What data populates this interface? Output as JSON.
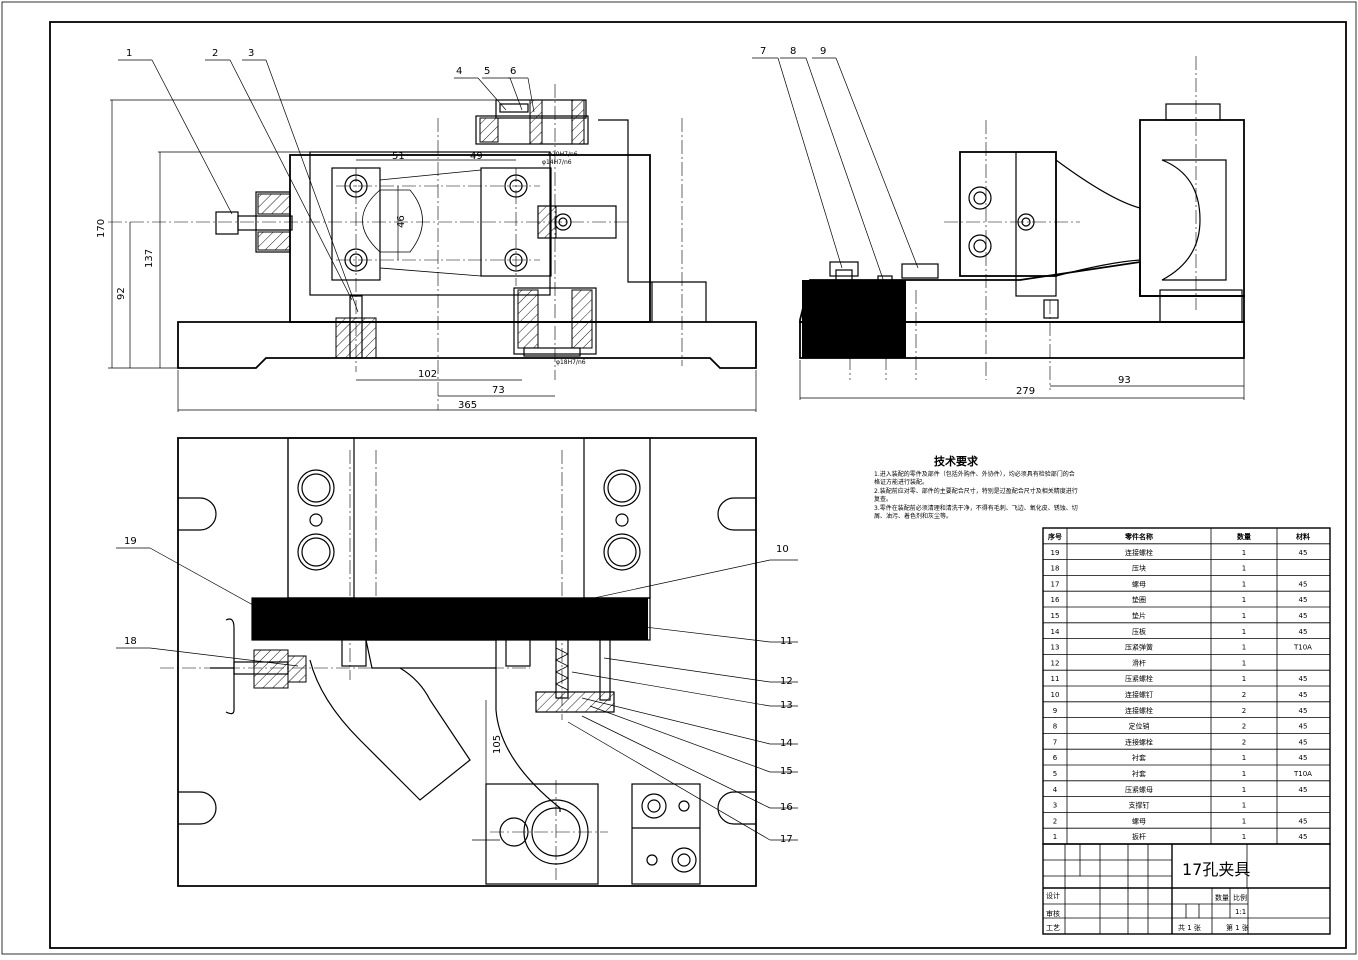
{
  "drawing_title": "17孔夹具",
  "technical_requirements": {
    "title": "技术要求",
    "lines": [
      "1.进入装配的零件及部件（包括外购件、外协件），均必须具有检验部门的合",
      "格证方能进行装配。",
      "2.装配前应对零、部件的主要配合尺寸，特别是过盈配合尺寸及相关精度进行",
      "复查。",
      "3.零件在装配前必须清理和清洗干净，不得有毛刺、飞边、氧化皮、锈蚀、切",
      "屑、油污、着色剂和灰尘等。"
    ]
  },
  "balloons_top": [
    "1",
    "2",
    "3",
    "4",
    "5",
    "6",
    "7",
    "8",
    "9"
  ],
  "balloons_bottom_left": [
    "19",
    "18"
  ],
  "balloons_bottom_right": [
    "10",
    "11",
    "12",
    "13",
    "14",
    "15",
    "16",
    "17"
  ],
  "dimensions": {
    "front": [
      "170",
      "137",
      "92",
      "51",
      "49",
      "46",
      "102",
      "73",
      "365"
    ],
    "side": [
      "279",
      "93"
    ],
    "plan": [
      "105"
    ],
    "fits": [
      "φ20H7/n6",
      "φ14H7/n6",
      "φ18H7/n6"
    ]
  },
  "bom": {
    "headers": [
      "序号",
      "零件名称",
      "数量",
      "材料"
    ],
    "rows": [
      [
        "19",
        "连接螺栓",
        "1",
        "45"
      ],
      [
        "18",
        "压块",
        "1",
        ""
      ],
      [
        "17",
        "螺母",
        "1",
        "45"
      ],
      [
        "16",
        "垫圈",
        "1",
        "45"
      ],
      [
        "15",
        "垫片",
        "1",
        "45"
      ],
      [
        "14",
        "压板",
        "1",
        "45"
      ],
      [
        "13",
        "压紧弹簧",
        "1",
        "T10A"
      ],
      [
        "12",
        "滑杆",
        "1",
        ""
      ],
      [
        "11",
        "压紧螺栓",
        "1",
        "45"
      ],
      [
        "10",
        "连接螺钉",
        "2",
        "45"
      ],
      [
        "9",
        "连接螺栓",
        "2",
        "45"
      ],
      [
        "8",
        "定位销",
        "2",
        "45"
      ],
      [
        "7",
        "连接螺栓",
        "2",
        "45"
      ],
      [
        "6",
        "衬套",
        "1",
        "45"
      ],
      [
        "5",
        "衬套",
        "1",
        "T10A"
      ],
      [
        "4",
        "压紧螺母",
        "1",
        "45"
      ],
      [
        "3",
        "支撑钉",
        "1",
        ""
      ],
      [
        "2",
        "螺母",
        "1",
        "45"
      ],
      [
        "1",
        "扳杆",
        "1",
        "45"
      ]
    ]
  },
  "title_block": {
    "design_label": "设计",
    "review_label": "审核",
    "process_label": "工艺",
    "qty_label": "数量",
    "scale_label": "比例",
    "scale_value": "1:1",
    "sheets_total": "共 1 张",
    "sheet_no": "第 1 张"
  }
}
